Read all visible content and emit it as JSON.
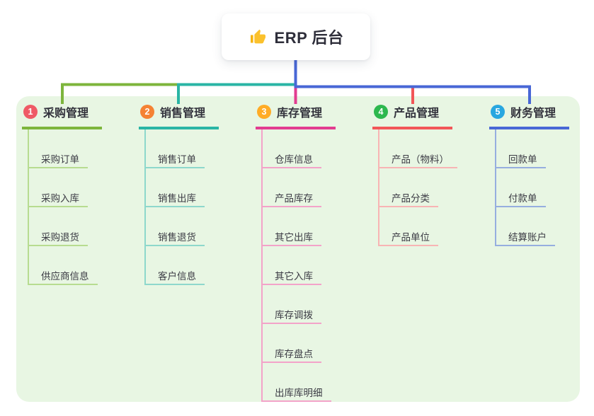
{
  "root": {
    "label": "ERP 后台",
    "icon": "thumbs-up-icon",
    "icon_color": "#f6b40e"
  },
  "panel_color": "#e8f6e3",
  "branches": [
    {
      "index": "1",
      "label": "采购管理",
      "badge_color": "#ef5a66",
      "line_color": "#7db53c",
      "child_line_color": "#b7dc90",
      "children": [
        "采购订单",
        "采购入库",
        "采购退货",
        "供应商信息"
      ]
    },
    {
      "index": "2",
      "label": "销售管理",
      "badge_color": "#f58234",
      "line_color": "#2ab5a5",
      "child_line_color": "#8ed8cc",
      "children": [
        "销售订单",
        "销售出库",
        "销售退货",
        "客户信息"
      ]
    },
    {
      "index": "3",
      "label": "库存管理",
      "badge_color": "#ffac26",
      "line_color": "#e23c90",
      "child_line_color": "#f3a3c9",
      "children": [
        "仓库信息",
        "产品库存",
        "其它出库",
        "其它入库",
        "库存调拨",
        "库存盘点",
        "出库库明细"
      ]
    },
    {
      "index": "4",
      "label": "产品管理",
      "badge_color": "#2db84e",
      "line_color": "#f25658",
      "child_line_color": "#f8b4b4",
      "children": [
        "产品（物料）",
        "产品分类",
        "产品单位"
      ]
    },
    {
      "index": "5",
      "label": "财务管理",
      "badge_color": "#28a7e0",
      "line_color": "#4867d6",
      "child_line_color": "#96aedf",
      "children": [
        "回款单",
        "付款单",
        "结算账户"
      ]
    }
  ]
}
